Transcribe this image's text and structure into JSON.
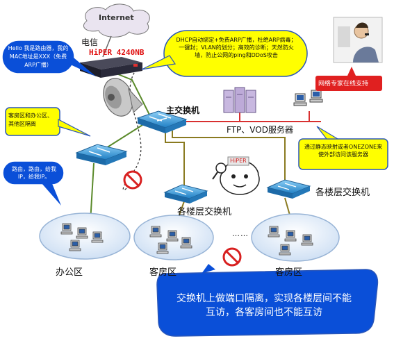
{
  "internet": {
    "label": "Internet"
  },
  "isp": {
    "label": "电信"
  },
  "router": {
    "model": "HiPER 4240NB"
  },
  "callouts": {
    "router_hello": "Hello 我是路由器，我的MAC地址是XXX（免费ARP广播）",
    "dhcp": "DHCP自动绑定+免费ARP广播，杜绝ARP病毒；一键封；VLAN的划分；高效的诊断；天然防火墙，防止公网的ping和DDoS攻击",
    "isolation": "客房区和办公区、其他区隔离",
    "greeting": "路由，路由，给我IP，给我IP。",
    "static_map": "通过静态映射或者ONEZONE来使外部访问该服务器",
    "bottom_note": "交换机上做端口隔离，实现各楼层间不能互访，各客房间也不能互访"
  },
  "labels": {
    "main_switch": "主交换机",
    "servers": "FTP、VOD服务器",
    "expert": "网络专家在线支持",
    "floor_switch_mid": "各楼层交换机",
    "floor_switch_right": "各楼层交换机",
    "zone_office": "办公区",
    "zone_guest1": "客房区",
    "zone_guest2": "客房区",
    "hacker_badge": "HiPER",
    "ellipsis": "……"
  },
  "colors": {
    "callout_yellow": "#ffff00",
    "callout_blue": "#0a4fd8",
    "callout_border": "#2a56b8",
    "expert_red": "#e02020",
    "cloud_fill": "#eae4f0",
    "zone_fill": "#d9e7f6",
    "switch_blue": "#2f93d8",
    "router_dark": "#2a2a3a",
    "link_green": "#5a8a2a",
    "link_olive": "#8a7a20",
    "link_red": "#d83030"
  }
}
